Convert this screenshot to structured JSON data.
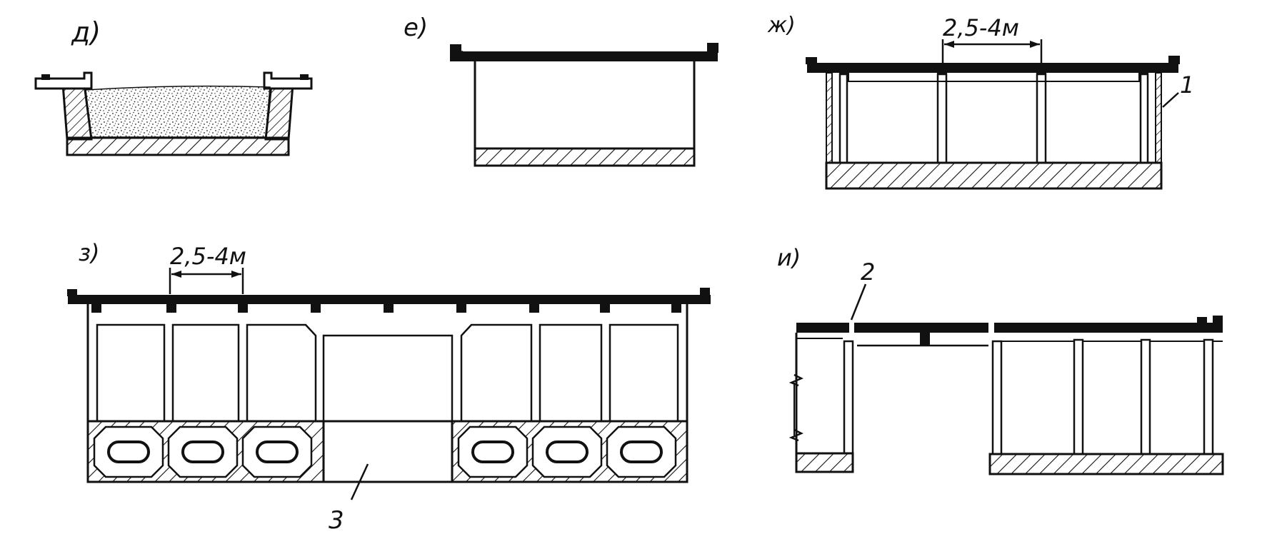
{
  "panels": {
    "d": {
      "label": "д)"
    },
    "e": {
      "label": "е)"
    },
    "zh": {
      "label": "ж)",
      "dimension": "2,5-4м",
      "callout": "1"
    },
    "z": {
      "label": "з)",
      "dimension": "2,5-4м",
      "callout": "3"
    },
    "i": {
      "label": "и)",
      "callout": "2"
    }
  },
  "colors": {
    "ink": "#111111",
    "paper": "#ffffff"
  }
}
